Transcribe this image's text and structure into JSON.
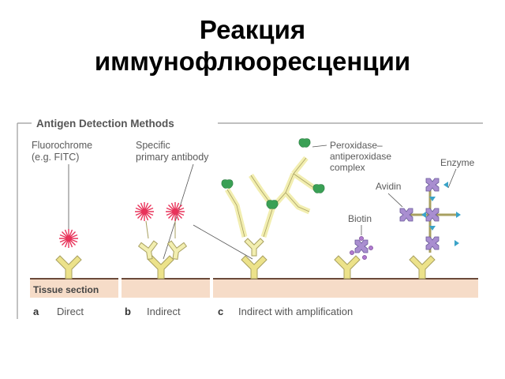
{
  "slide": {
    "title_line1": "Реакция",
    "title_line2": "иммунофлюоресценции"
  },
  "figure": {
    "heading": "Antigen Detection Methods",
    "labels": {
      "fluorochrome": "Fluorochrome",
      "fitc": "(e.g. FITC)",
      "specific": "Specific",
      "primary_antibody": "primary antibody",
      "pap_line1": "Peroxidase–",
      "pap_line2": "antiperoxidase",
      "pap_line3": "complex",
      "enzyme": "Enzyme",
      "avidin": "Avidin",
      "biotin": "Biotin",
      "tissue_section": "Tissue section"
    },
    "panels": [
      {
        "letter": "a",
        "label": "Direct"
      },
      {
        "letter": "b",
        "label": "Indirect"
      },
      {
        "letter": "c",
        "label": "Indirect with amplification"
      }
    ],
    "colors": {
      "antibody_fill": "#f2eeb0",
      "antibody_stroke": "#a8a060",
      "primary_fill": "#ece28a",
      "tissue": "#f6dcc8",
      "tissue_line": "#6b4a3a",
      "burst": "#e8335a",
      "peroxidase": "#3aa055",
      "avidin": "#a98ed0",
      "biotin": "#b07ad0",
      "enzyme_marker": "#3aa3c8",
      "label_text": "#5a5a5a",
      "header_line": "#9a9a9a"
    }
  }
}
